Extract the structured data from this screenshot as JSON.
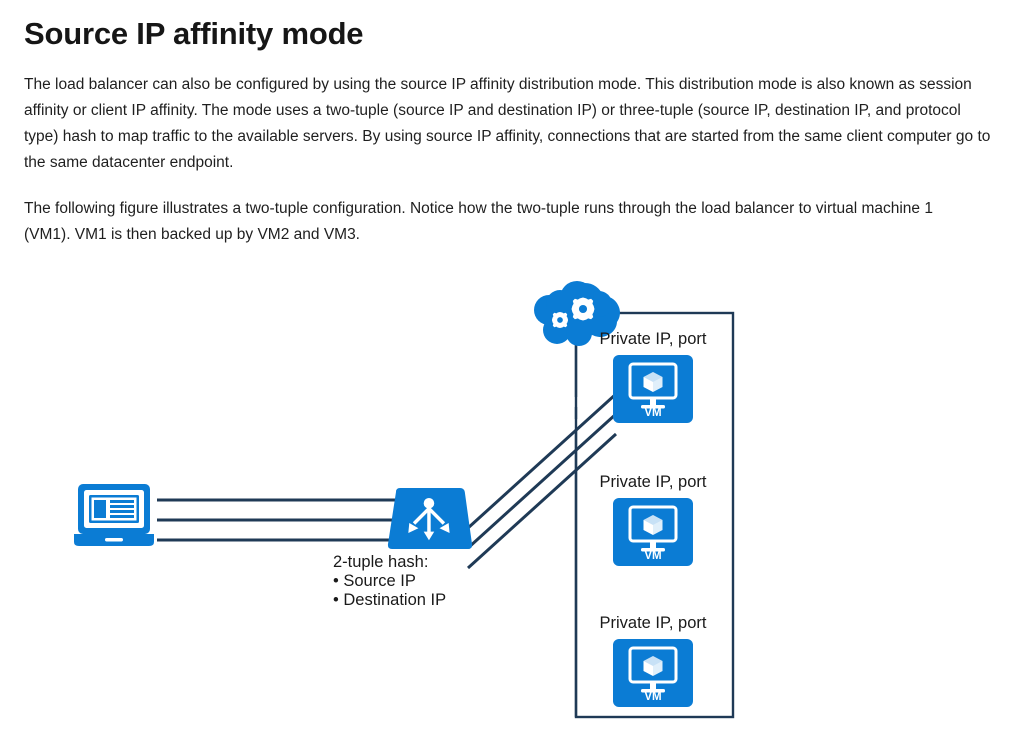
{
  "article": {
    "title": "Source IP affinity mode",
    "paragraphs": [
      "The load balancer can also be configured by using the source IP affinity distribution mode. This distribution mode is also known as session affinity or client IP affinity. The mode uses a two-tuple (source IP and destination IP) or three-tuple (source IP, destination IP, and protocol type) hash to map traffic to the available servers. By using source IP affinity, connections that are started from the same client computer go to the same datacenter endpoint.",
      "The following figure illustrates a two-tuple configuration. Notice how the two-tuple runs through the load balancer to virtual machine 1 (VM1). VM1 is then backed up by VM2 and VM3."
    ]
  },
  "figure": {
    "alt": "Diagram of source IP affinity two-tuple hash routing from a client laptop through a load balancer into a datacenter containing three virtual machines.",
    "client": {
      "icon": "laptop-icon",
      "label": ""
    },
    "cloud": {
      "icon": "cloud-gears-icon",
      "label": ""
    },
    "load_balancer": {
      "icon": "load-balancer-icon",
      "caption_title": "2-tuple hash:",
      "caption_bullets": [
        "Source IP",
        "Destination IP"
      ]
    },
    "vms": [
      {
        "label": "Private IP, port",
        "icon": "vm-icon",
        "caption": "VM"
      },
      {
        "label": "Private IP, port",
        "icon": "vm-icon",
        "caption": "VM"
      },
      {
        "label": "Private IP, port",
        "icon": "vm-icon",
        "caption": "VM"
      }
    ],
    "connections": {
      "client_to_lb_lines": 3,
      "lb_to_vm1_lines": 3
    }
  },
  "colors": {
    "azure_blue": "#0078D4",
    "azure_blue_dark": "#0067B8",
    "line_navy": "#1F3A56",
    "text": "#171717",
    "background": "#FFFFFF"
  }
}
